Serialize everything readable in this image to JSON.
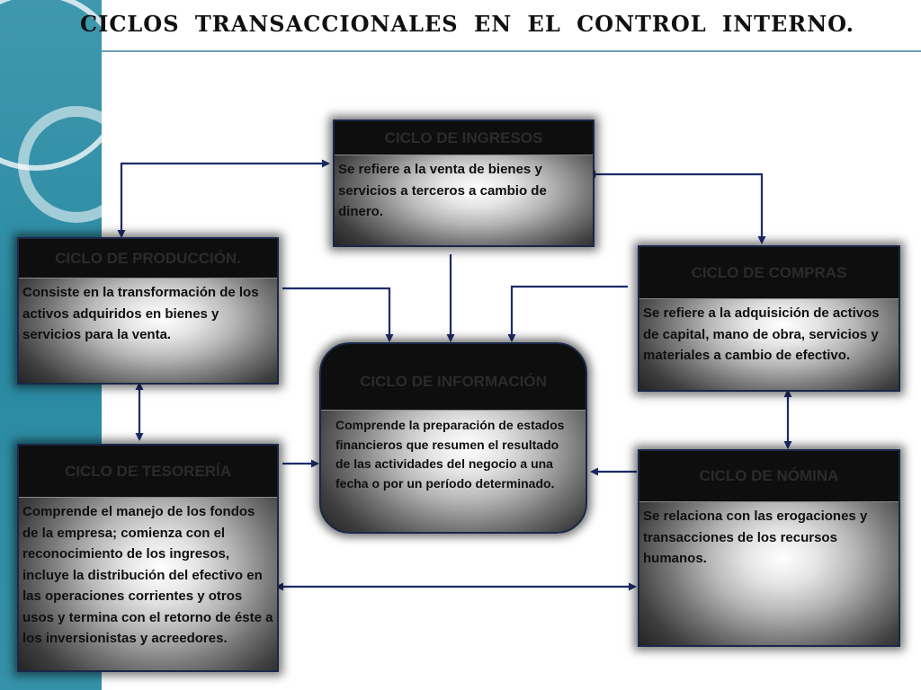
{
  "title": "CICLOS TRANSACCIONALES EN EL CONTROL INTERNO.",
  "colors": {
    "accent_band": "#3592a8",
    "connector": "#1c2c6b",
    "box_border": "#1a2748"
  },
  "boxes": {
    "ingresos": {
      "title": "CICLO DE INGRESOS",
      "text": "Se refiere a la venta de bienes y servicios a terceros a cambio de dinero."
    },
    "produccion": {
      "title": "CICLO DE PRODUCCIÓN.",
      "text": "Consiste en la transformación de los activos adquiridos en bienes y servicios para la venta."
    },
    "compras": {
      "title": "CICLO DE COMPRAS",
      "text": "Se refiere a la adquisición de activos de capital, mano de obra, servicios y materiales a cambio de efectivo."
    },
    "informacion": {
      "title": "CICLO DE INFORMACIÓN",
      "text": "Comprende la preparación de estados financieros que resumen el resultado de las actividades del negocio a una fecha o por un período determinado."
    },
    "tesoreria": {
      "title": "CICLO DE TESORERÍA",
      "text": "Comprende el manejo de los fondos de la empresa; comienza con el reconocimiento de los ingresos, incluye la distribución del efectivo en las operaciones corrientes y otros usos y termina con el retorno de éste a los inversionistas y acreedores."
    },
    "nomina": {
      "title": "CICLO DE NÓMINA",
      "text": "Se relaciona con las erogaciones y transacciones de los recursos humanos."
    }
  }
}
